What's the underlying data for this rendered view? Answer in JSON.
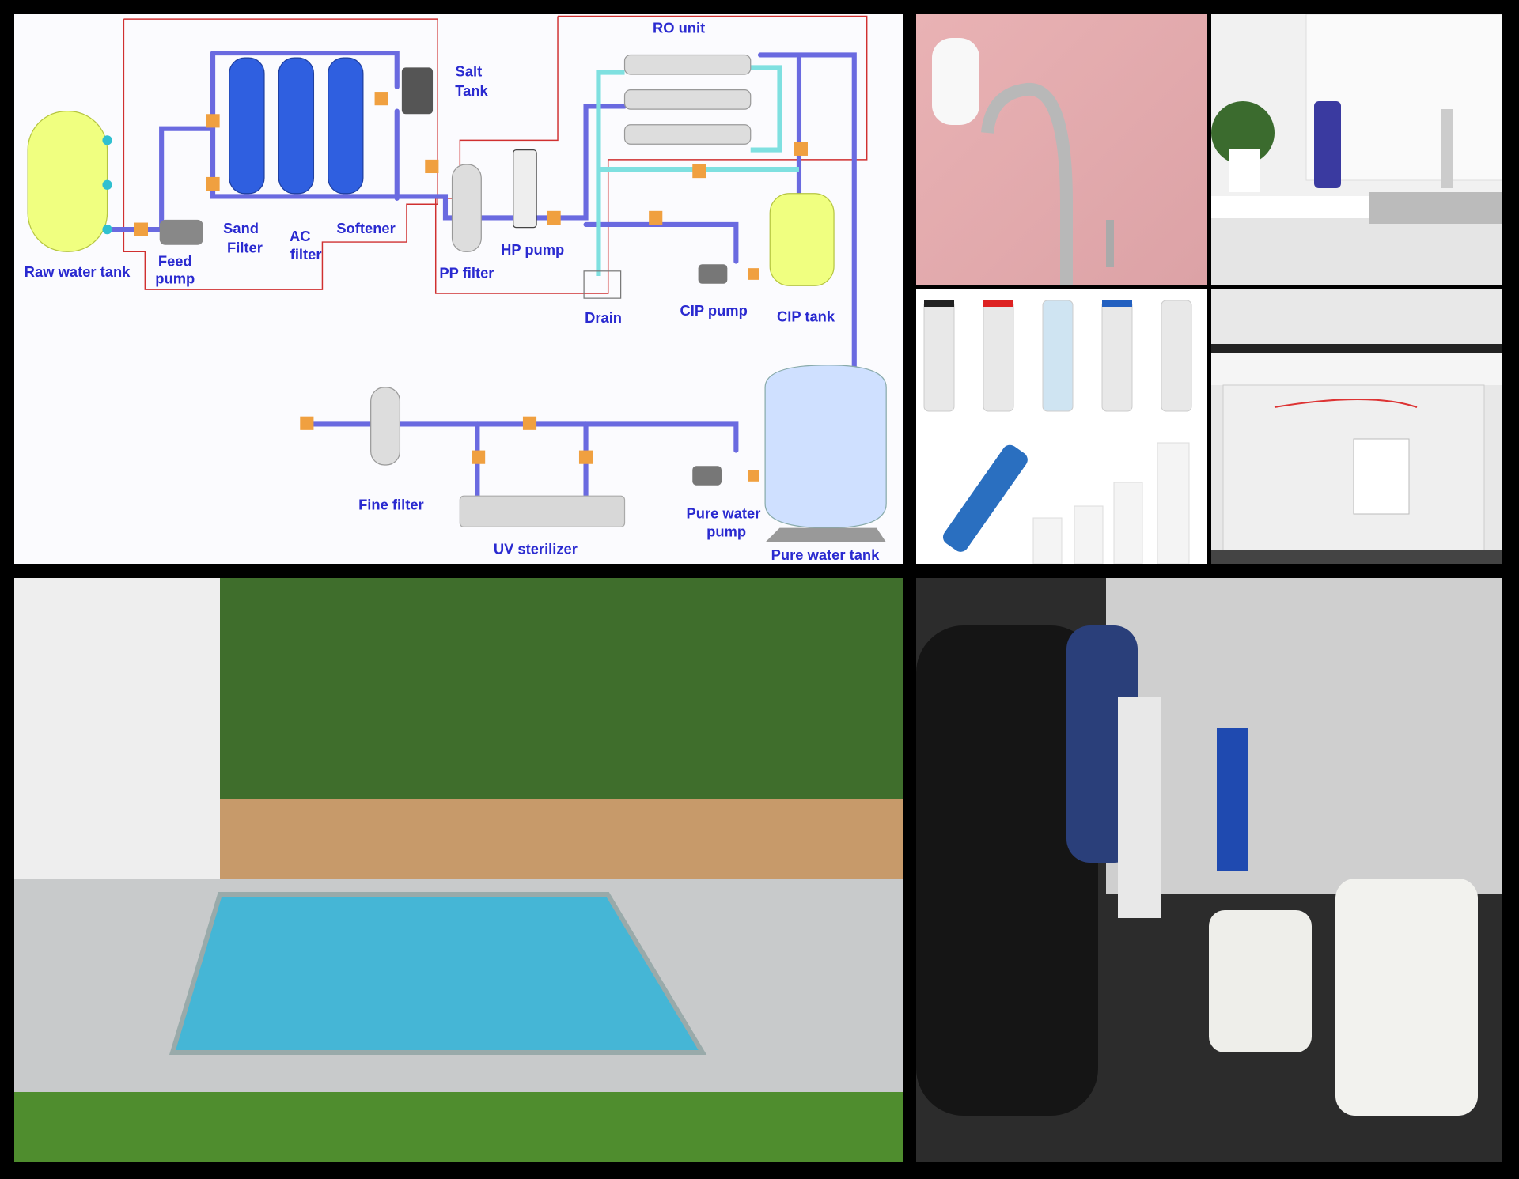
{
  "diagram": {
    "labels": {
      "raw_water_tank": "Raw water tank",
      "feed_pump_1": "Feed",
      "feed_pump_2": "pump",
      "sand_filter_1": "Sand",
      "sand_filter_2": "Filter",
      "ac_filter_1": "AC",
      "ac_filter_2": "filter",
      "softener": "Softener",
      "salt_tank_1": "Salt",
      "salt_tank_2": "Tank",
      "ro_unit": "RO unit",
      "pp_filter": "PP filter",
      "hp_pump": "HP pump",
      "drain": "Drain",
      "cip_pump": "CIP pump",
      "cip_tank": "CIP tank",
      "fine_filter": "Fine filter",
      "uv_sterilizer": "UV sterilizer",
      "pure_water_pump_1": "Pure water",
      "pure_water_pump_2": "pump",
      "pure_water_tank": "Pure water tank"
    },
    "colors": {
      "label": "#2a2ad0",
      "pipe": "#6a6ae0",
      "ro_pipe": "#7fe0e0",
      "box": "#d03030",
      "valve": "#f0a040",
      "vessel": "#2f5fe0",
      "tank": "#f0ff80"
    }
  }
}
